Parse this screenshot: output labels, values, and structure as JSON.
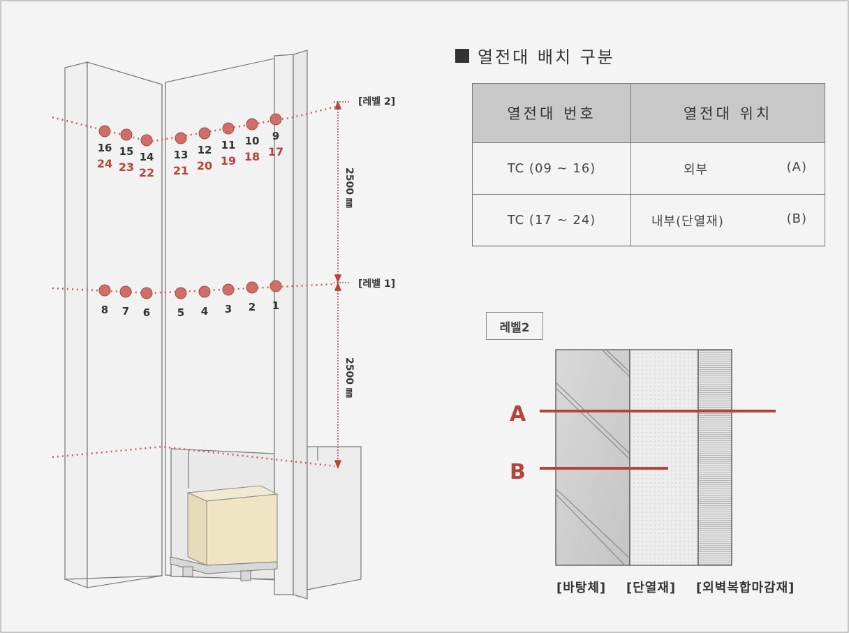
{
  "section_title": "열전대 배치 구분",
  "table": {
    "headers": [
      "열전대 번호",
      "열전대 위치"
    ],
    "rows": [
      {
        "tc": "TC (09 ~ 16)",
        "location": "외부",
        "code": "(A)"
      },
      {
        "tc": "TC (17 ~ 24)",
        "location": "내부(단열재)",
        "code": "(B)"
      }
    ]
  },
  "level_labels": {
    "level2": "[레벨 2]",
    "level1": "[레벨 1]"
  },
  "dimensions": {
    "upper": "2500 ㎜",
    "lower": "2500 ㎜"
  },
  "level2_points": [
    {
      "top": "16",
      "bottom": "24"
    },
    {
      "top": "15",
      "bottom": "23"
    },
    {
      "top": "14",
      "bottom": "22"
    },
    {
      "top": "13",
      "bottom": "21"
    },
    {
      "top": "12",
      "bottom": "20"
    },
    {
      "top": "11",
      "bottom": "19"
    },
    {
      "top": "10",
      "bottom": "18"
    },
    {
      "top": "9",
      "bottom": "17"
    }
  ],
  "level1_points": [
    "8",
    "7",
    "6",
    "5",
    "4",
    "3",
    "2",
    "1"
  ],
  "section_detail": {
    "box_label": "레벨2",
    "line_a": "A",
    "line_b": "B",
    "layers": [
      "[바탕체]",
      "[단열재]",
      "[외벽복합마감재]"
    ]
  },
  "colors": {
    "accent_red": "#b5453a",
    "line_red": "#c06055",
    "text_dark": "#333333"
  }
}
